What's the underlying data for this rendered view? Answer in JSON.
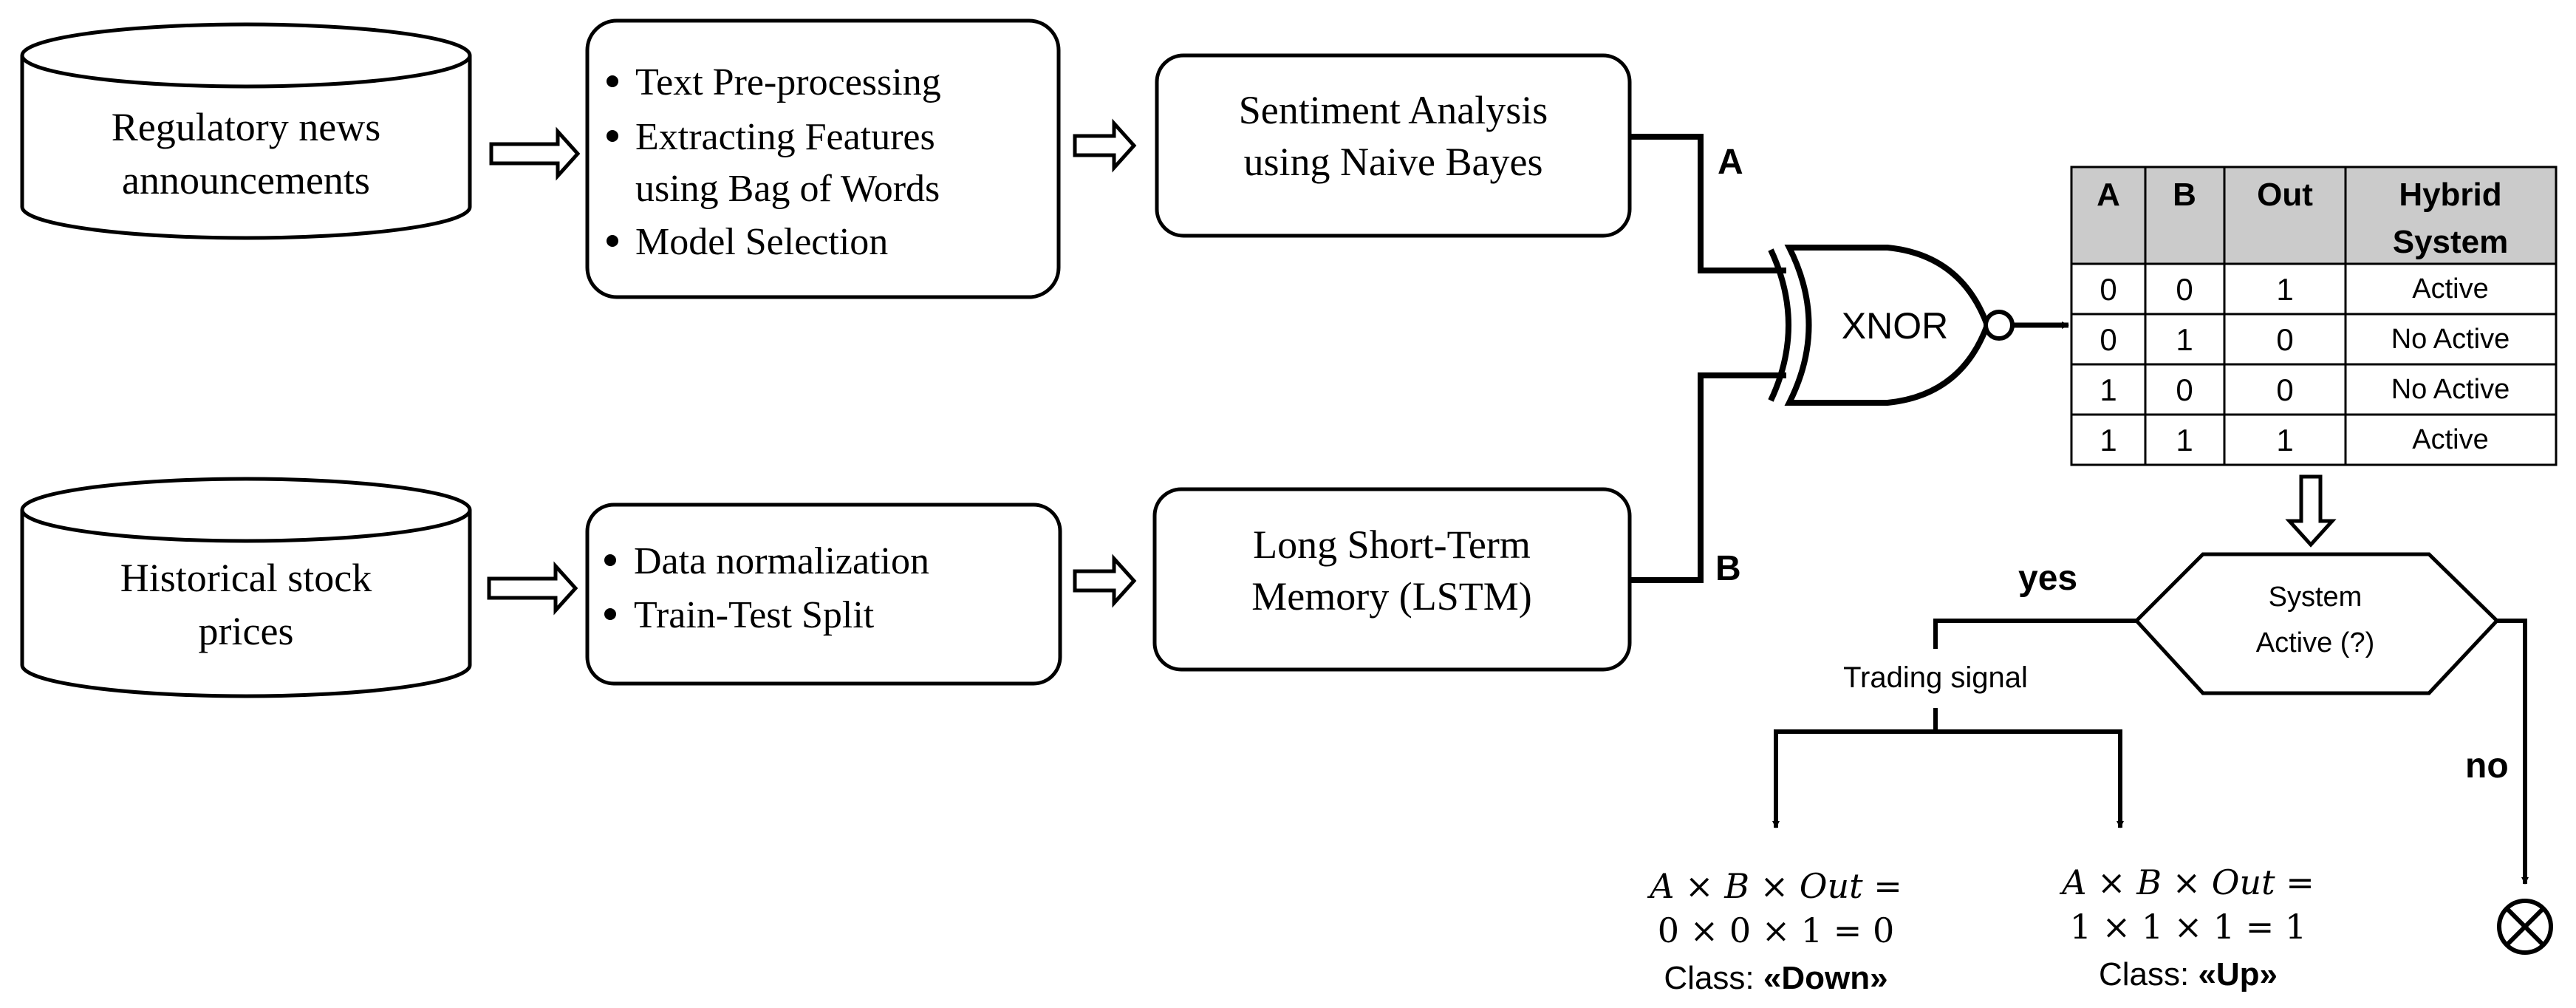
{
  "sources": {
    "news": {
      "line1": "Regulatory news",
      "line2": "announcements"
    },
    "prices": {
      "line1": "Historical stock",
      "line2": "prices"
    }
  },
  "preprocess_text": {
    "items": [
      "Text Pre-processing",
      "Extracting Features",
      "using Bag of Words",
      "Model Selection"
    ]
  },
  "preprocess_prices": {
    "items": [
      "Data normalization",
      "Train-Test Split"
    ]
  },
  "models": {
    "sentiment": {
      "line1": "Sentiment Analysis",
      "line2": "using Naive Bayes"
    },
    "lstm": {
      "line1": "Long Short-Term",
      "line2": "Memory (LSTM)"
    }
  },
  "signals": {
    "a": "A",
    "b": "B"
  },
  "gate": {
    "label": "XNOR"
  },
  "truth_table": {
    "headers": [
      "A",
      "B",
      "Out",
      "Hybrid",
      "System"
    ],
    "rows": [
      [
        "0",
        "0",
        "1",
        "Active"
      ],
      [
        "0",
        "1",
        "0",
        "No Active"
      ],
      [
        "1",
        "0",
        "0",
        "No Active"
      ],
      [
        "1",
        "1",
        "1",
        "Active"
      ]
    ],
    "header_bg": "#cbcbcb"
  },
  "decision": {
    "line1": "System",
    "line2": "Active (?)",
    "yes": "yes",
    "no": "no"
  },
  "trading_signal": "Trading signal",
  "outcomes": {
    "down": {
      "formula": "A × B × Out =",
      "calc": "0 × 0 × 1 = 0",
      "class_prefix": "Class: ",
      "class_value": "«Down»"
    },
    "up": {
      "formula": "A × B × Out =",
      "calc": "1 × 1 × 1 = 1",
      "class_prefix": "Class: ",
      "class_value": "«Up»"
    }
  }
}
